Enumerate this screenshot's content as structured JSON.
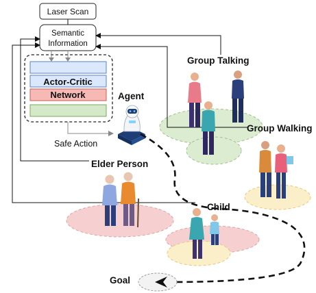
{
  "boxes": {
    "laser_scan": "Laser Scan",
    "semantic_line1": "Semantic",
    "semantic_line2": "Information"
  },
  "network": {
    "actor_critic": "Actor-Critic",
    "network": "Network"
  },
  "labels": {
    "agent": "Agent",
    "safe_action": "Safe Action",
    "group_talking": "Group Talking",
    "group_walking": "Group Walking",
    "elder_person": "Elder Person",
    "child": "Child",
    "goal": "Goal"
  },
  "colors": {
    "layer_blue": "#dbe8fb",
    "layer_red": "#f7b9b4",
    "layer_green": "#d5e9c8",
    "zone_green": "#dcecd0",
    "zone_pink": "#f6d0d0",
    "zone_yellow": "#fbefc9"
  }
}
